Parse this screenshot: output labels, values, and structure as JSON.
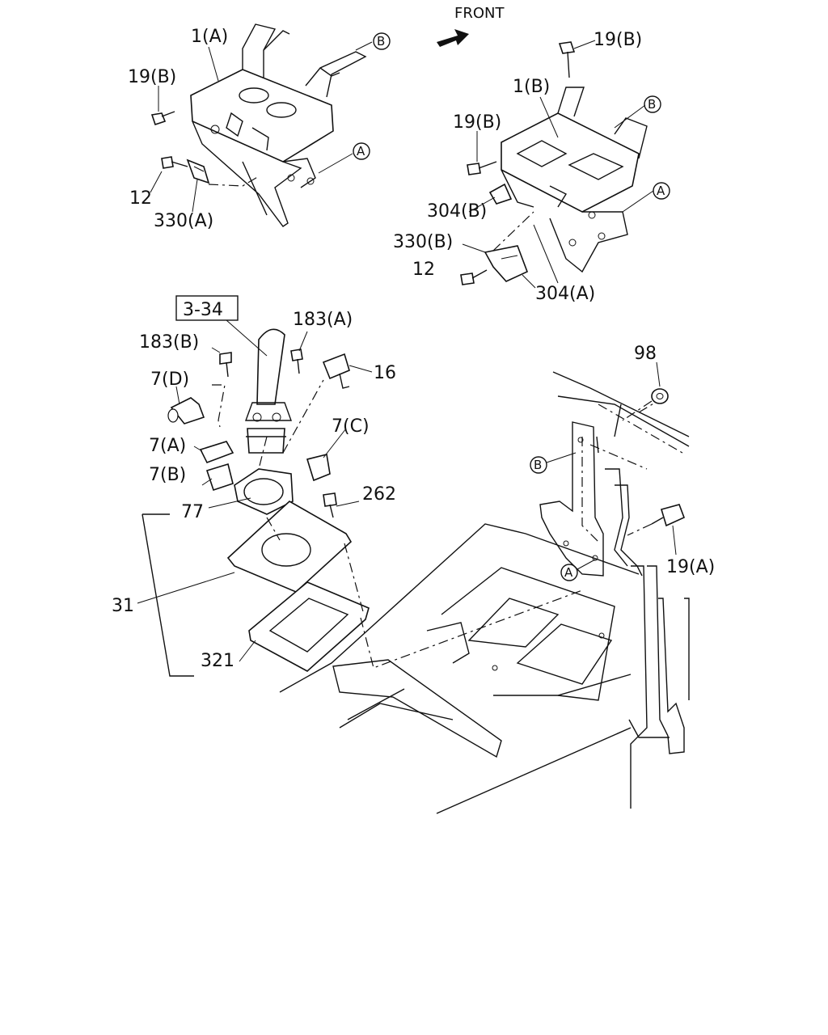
{
  "diagram": {
    "front_label": "FRONT",
    "ref_box": "3-34",
    "callouts": {
      "p1a": "1(A)",
      "p1b": "1(B)",
      "p19b_top": "19(B)",
      "p19b_left": "19(B)",
      "p19b_right": "19(B)",
      "p12_left": "12",
      "p12_right": "12",
      "p330a": "330(A)",
      "p330b": "330(B)",
      "p304b": "304(B)",
      "p304a": "304(A)",
      "p183a": "183(A)",
      "p183b": "183(B)",
      "p16": "16",
      "p7d": "7(D)",
      "p7a": "7(A)",
      "p7b": "7(B)",
      "p7c": "7(C)",
      "p262": "262",
      "p77": "77",
      "p31": "31",
      "p321": "321",
      "p98": "98",
      "p19a": "19(A)"
    },
    "markers": {
      "a": "A",
      "b": "B"
    }
  }
}
